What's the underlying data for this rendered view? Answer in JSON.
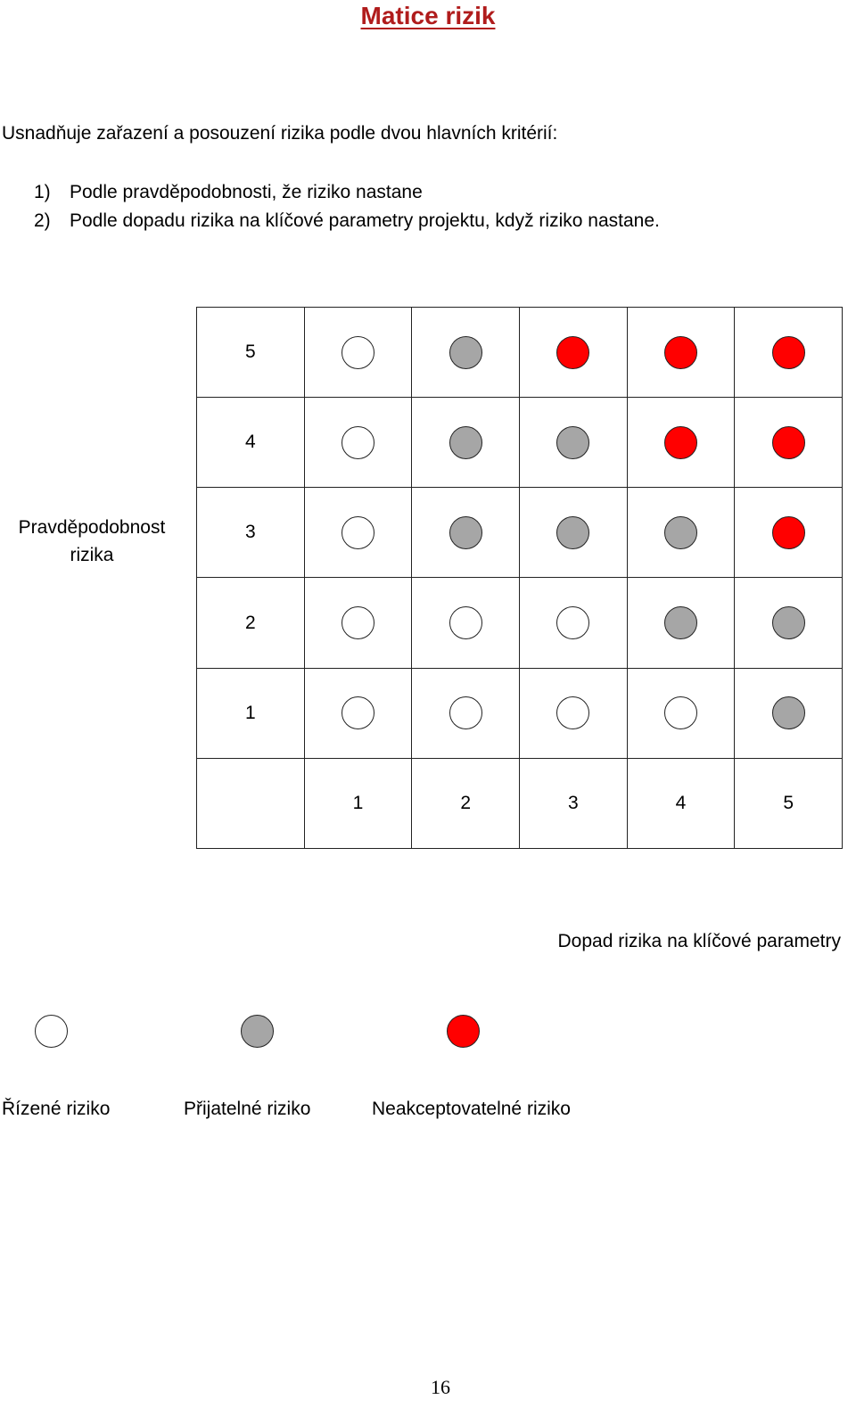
{
  "title": "Matice rizik",
  "intro": "Usnadňuje zařazení a posouzení rizika podle dvou hlavních kritérií:",
  "criteria": [
    {
      "number": "1)",
      "text": "Podle pravděpodobnosti, že riziko nastane"
    },
    {
      "number": "2)",
      "text": "Podle dopadu rizika na klíčové parametry projektu, když riziko nastane."
    }
  ],
  "matrix": {
    "y_axis_label": "Pravděpodobnost rizika",
    "x_axis_label": "Dopad rizika na klíčové parametry",
    "probability_levels": [
      "5",
      "4",
      "3",
      "2",
      "1"
    ],
    "impact_levels": [
      "1",
      "2",
      "3",
      "4",
      "5"
    ],
    "rows": [
      [
        "white",
        "gray",
        "red",
        "red",
        "red"
      ],
      [
        "white",
        "gray",
        "gray",
        "red",
        "red"
      ],
      [
        "white",
        "gray",
        "gray",
        "gray",
        "red"
      ],
      [
        "white",
        "white",
        "white",
        "gray",
        "gray"
      ],
      [
        "white",
        "white",
        "white",
        "white",
        "gray"
      ]
    ]
  },
  "legend": [
    {
      "key": "white",
      "label": "Řízené riziko"
    },
    {
      "key": "gray",
      "label": "Přijatelné riziko"
    },
    {
      "key": "red",
      "label": "Neakceptovatelné riziko"
    }
  ],
  "colors": {
    "title": "#b01c1c",
    "white": "#ffffff",
    "gray": "#a6a6a6",
    "red": "#ff0000"
  },
  "page_number": "16"
}
